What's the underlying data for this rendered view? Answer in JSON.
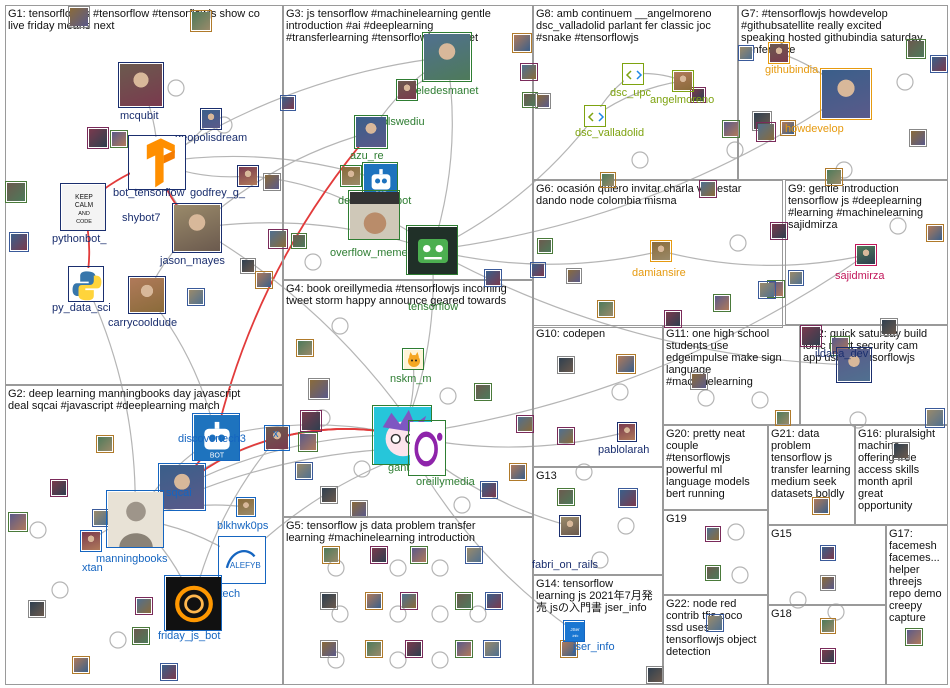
{
  "colors": {
    "background": "#ffffff",
    "cluster_border": "#9a9a9a",
    "edge": "#b5b5b5",
    "edge_highlight": "#e23b3b",
    "label_navy": "#1a2e6e",
    "label_green": "#2e7d32",
    "label_blue": "#1565c0",
    "label_orange": "#e69a0f",
    "label_olive": "#7ea310",
    "label_magenta": "#c2185b"
  },
  "groups": [
    {
      "id": "G1",
      "title": "G1: tensorflow js #tensorflow #tensorflowjs show co\nlive friday means next"
    },
    {
      "id": "G2",
      "title": "G2: deep learning manningbooks day javascript\ndeal sqcai #javascript #deeplearning march"
    },
    {
      "id": "G3",
      "title": "G3: js tensorflow #machinelearning gentle\nintroduction #ai #deeplearning\n#transferlearning #tensorflowjs posenet"
    },
    {
      "id": "G4",
      "title": "G4: book oreillymedia #tensorflowjs incoming\ntweet storm happy announce geared towards"
    },
    {
      "id": "G5",
      "title": "G5: tensorflow js data problem transfer\nlearning #machinelearning introduction"
    },
    {
      "id": "G6",
      "title": "G6: ocasión quiero invitar charla voy estar\ndando node colombia misma"
    },
    {
      "id": "G7",
      "title": "G7: #tensorflowjs howdevelop\n#githubsatellite really excited\nspeaking hosted githubindia saturday\nconference"
    },
    {
      "id": "G8",
      "title": "G8: amb continuem __angelmoreno\ndsc_valladolid parlant fer classic joc\n#snake #tensorflowjs"
    },
    {
      "id": "G9",
      "title": "G9: gentle introduction\ntensorflow js #deeplearning\n#learning #machinelearning\nsajidmirza"
    },
    {
      "id": "G10",
      "title": "G10: codepen"
    },
    {
      "id": "G11",
      "title": "G11: one high school\nstudents use\nedgeimpulse make sign\nlanguage\n#machinelearning"
    },
    {
      "id": "G12",
      "title": "G12: quick saturday build\nionic react security cam\napp uses #tensorflowjs"
    },
    {
      "id": "G13",
      "title": "G13"
    },
    {
      "id": "G14",
      "title": "G14: tensorflow\nlearning js 2021年7月発\n売 jsの入門書 jser_info"
    },
    {
      "id": "G15",
      "title": "G15"
    },
    {
      "id": "G16",
      "title": "G16: pluralsight\nmachine\noffering free\naccess skills\nmonth april\ngreat\nopportunity"
    },
    {
      "id": "G17",
      "title": "G17:\nfacemesh\nfacemes...\nhelper\nthreejs\nrepo demo\ncreepy\ncapture"
    },
    {
      "id": "G18",
      "title": "G18"
    },
    {
      "id": "G19",
      "title": "G19"
    },
    {
      "id": "G20",
      "title": "G20: pretty neat\ncouple\n#tensorflowjs\npowerful ml\nlanguage models\nbert running"
    },
    {
      "id": "G21",
      "title": "G21: data\nproblem\ntensorflow js\ntransfer learning\nmedium seek\ndatasets boldly"
    },
    {
      "id": "G22",
      "title": "G22: node red\ncontrib tfjs coco\nssd uses\ntensorflowjs object\ndetection"
    }
  ],
  "nodes": [
    {
      "id": "mcqubit",
      "label": "mcqubit",
      "color": "label_navy",
      "icon": "avatar-photo"
    },
    {
      "id": "geopolisdream",
      "label": "geopolisdream",
      "color": "label_navy",
      "icon": "avatar-photo"
    },
    {
      "id": "bot_tensorflow",
      "label": "bot_tensorflow",
      "color": "label_navy",
      "icon": "tensorflow-logo"
    },
    {
      "id": "shybot7",
      "label": "shybot7",
      "color": "label_navy",
      "icon": "avatar-photo"
    },
    {
      "id": "godfrey_g_",
      "label": "godfrey_g_",
      "color": "label_navy",
      "icon": "avatar-photo"
    },
    {
      "id": "pythonbot_",
      "label": "pythonbot_",
      "color": "label_navy",
      "icon": "keep-calm-poster"
    },
    {
      "id": "jason_mayes",
      "label": "jason_mayes",
      "color": "label_navy",
      "icon": "avatar-photo"
    },
    {
      "id": "py_data_sci",
      "label": "py_data_sci",
      "color": "label_navy",
      "icon": "python-logo"
    },
    {
      "id": "carrycooldude",
      "label": "carrycooldude",
      "color": "label_navy",
      "icon": "avatar-photo"
    },
    {
      "id": "kikeledesmanet",
      "label": "kikeledesmanet",
      "color": "label_green",
      "icon": "avatar-photo"
    },
    {
      "id": "orolswediu",
      "label": "orolswediu",
      "color": "label_green",
      "icon": "avatar-photo"
    },
    {
      "id": "azu_re",
      "label": "azu_re",
      "color": "label_green",
      "icon": "avatar-photo"
    },
    {
      "id": "deep_bot",
      "label": "de",
      "color": "label_green",
      "icon": "avatar-photo"
    },
    {
      "id": "tbot",
      "label": "tbot",
      "color": "label_green",
      "icon": "bot-icon"
    },
    {
      "id": "overflow_meme",
      "label": "overflow_meme",
      "color": "label_green",
      "icon": "meme-photo"
    },
    {
      "id": "tensorflow",
      "label": "tensorflow",
      "color": "label_green",
      "icon": "robot-icon"
    },
    {
      "id": "nskm_m",
      "label": "nskm_m",
      "color": "label_green",
      "icon": "cartoon-cat"
    },
    {
      "id": "gantlaborde",
      "label": "gantlaborde",
      "color": "label_green",
      "icon": "avatar-cartoon"
    },
    {
      "id": "oreillymedia",
      "label": "oreillymedia",
      "color": "label_green",
      "icon": "oreilly-logo"
    },
    {
      "id": "discovertech3",
      "label": "discovertech3",
      "color": "label_blue",
      "icon": "bot-icon"
    },
    {
      "id": "x_node",
      "label": "x",
      "color": "label_blue",
      "icon": "avatar-photo"
    },
    {
      "id": "sqcai",
      "label": "sqcai",
      "color": "label_blue",
      "icon": "avatar-photo"
    },
    {
      "id": "blkhwk0ps",
      "label": "blkhwk0ps",
      "color": "label_blue",
      "icon": "avatar-photo"
    },
    {
      "id": "manningbooks",
      "label": "manningbooks",
      "color": "label_blue",
      "icon": "statue-photo"
    },
    {
      "id": "xtan",
      "label": "xtan",
      "color": "label_blue",
      "icon": "avatar-photo"
    },
    {
      "id": "alefybtech",
      "label": "alefybtech",
      "color": "label_blue",
      "icon": "alefy-logo"
    },
    {
      "id": "friday_js_bot",
      "label": "friday_js_bot",
      "color": "label_blue",
      "icon": "friday-logo"
    },
    {
      "id": "dsc_upc",
      "label": "dsc_upc",
      "color": "label_olive",
      "icon": "code-icon"
    },
    {
      "id": "angelmoreno",
      "label": "angelmoreno",
      "color": "label_olive",
      "icon": "avatar-photo"
    },
    {
      "id": "dsc_valladolid",
      "label": "dsc_valladolid",
      "color": "label_olive",
      "icon": "code-icon"
    },
    {
      "id": "githubindia",
      "label": "githubindia",
      "color": "label_orange",
      "icon": "avatar-photo"
    },
    {
      "id": "howdevelop",
      "label": "howdevelop",
      "color": "label_orange",
      "icon": "avatar-photo"
    },
    {
      "id": "damiansire",
      "label": "damiansire",
      "color": "label_orange",
      "icon": "avatar-photo"
    },
    {
      "id": "sajidmirza",
      "label": "sajidmirza",
      "color": "label_magenta",
      "icon": "avatar-photo"
    },
    {
      "id": "pablolarah",
      "label": "pablolarah",
      "color": "label_navy",
      "icon": "avatar-photo"
    },
    {
      "id": "ildana_dev",
      "label": "ildana_dev",
      "color": "label_navy",
      "icon": "avatar-photo"
    },
    {
      "id": "fabri_on_rails",
      "label": "fabri_on_rails",
      "color": "label_navy",
      "icon": "avatar-photo"
    },
    {
      "id": "jser_info",
      "label": "jser_info",
      "color": "label_blue",
      "icon": "jser-logo"
    }
  ]
}
